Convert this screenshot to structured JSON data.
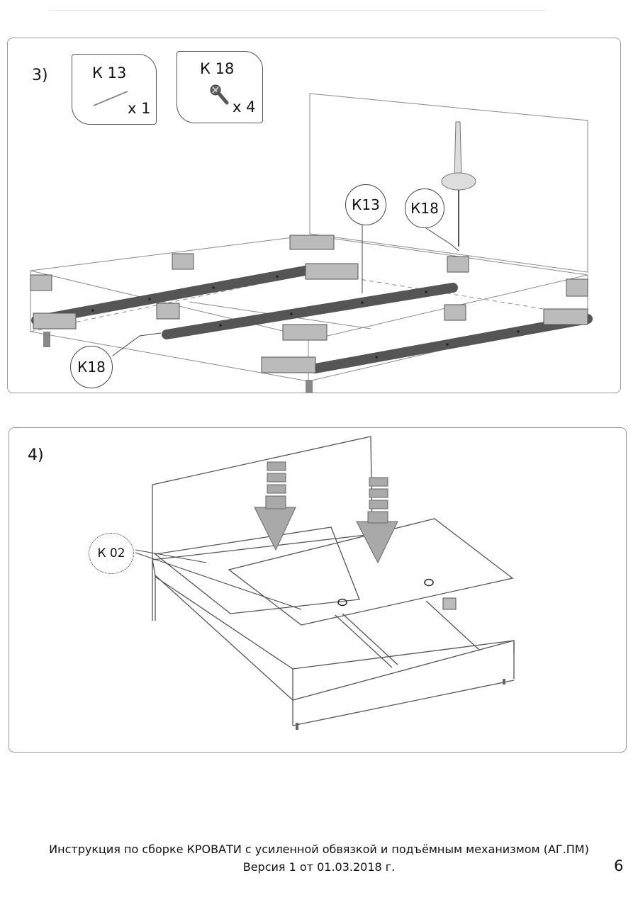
{
  "step3": {
    "number": "3)",
    "parts": [
      {
        "code": "К 13",
        "qty": "x 1"
      },
      {
        "code": "К 18",
        "qty": "x 4"
      }
    ],
    "callouts": [
      "К13",
      "К18",
      "К18"
    ]
  },
  "step4": {
    "number": "4)",
    "callouts": [
      "К 02"
    ]
  },
  "footer": {
    "line1": "Инструкция по сборке КРОВАТИ с усиленной обвязкой и подъёмным механизмом (АГ.ПМ)",
    "line2": "Версия 1 от 01.03.2018 г.",
    "page": "6"
  }
}
